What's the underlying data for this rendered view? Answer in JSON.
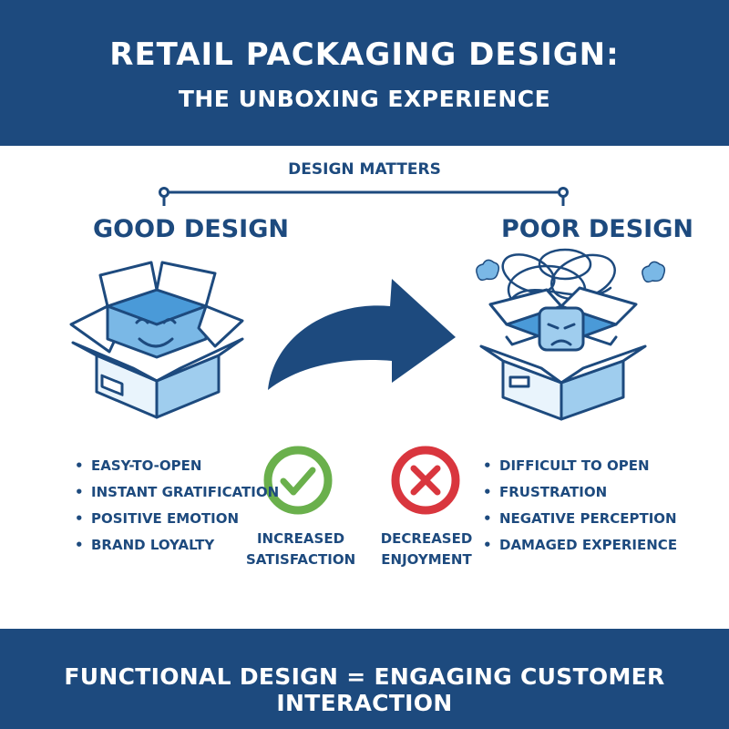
{
  "header": {
    "title_line1": "RETAIL PACKAGING DESIGN:",
    "title_line2": "THE UNBOXING EXPERIENCE"
  },
  "banner": {
    "label": "DESIGN MATTERS"
  },
  "good": {
    "heading": "GOOD DESIGN",
    "points": [
      "EASY-TO-OPEN",
      "INSTANT GRATIFICATION",
      "POSITIVE EMOTION",
      "BRAND LOYALTY"
    ],
    "result_line1": "INCREASED",
    "result_line2": "SATISFACTION",
    "result_color": "#6ab04c"
  },
  "poor": {
    "heading": "POOR DESIGN",
    "points": [
      "DIFFICULT TO OPEN",
      "FRUSTRATION",
      "NEGATIVE PERCEPTION",
      "DAMAGED EXPERIENCE"
    ],
    "result_line1": "DECREASED",
    "result_line2": "ENJOYMENT",
    "result_color": "#d9363e"
  },
  "footer": {
    "text": "FUNCTIONAL DESIGN = ENGAGING CUSTOMER INTERACTION"
  },
  "colors": {
    "navy": "#1d4a7e",
    "box_fill": "#9fcdee",
    "box_face": "#d6ebfa"
  },
  "icons": [
    "happy-box-icon",
    "curved-arrow-icon",
    "angry-box-icon",
    "checkmark-icon",
    "cross-icon",
    "steam-puff-icon"
  ]
}
